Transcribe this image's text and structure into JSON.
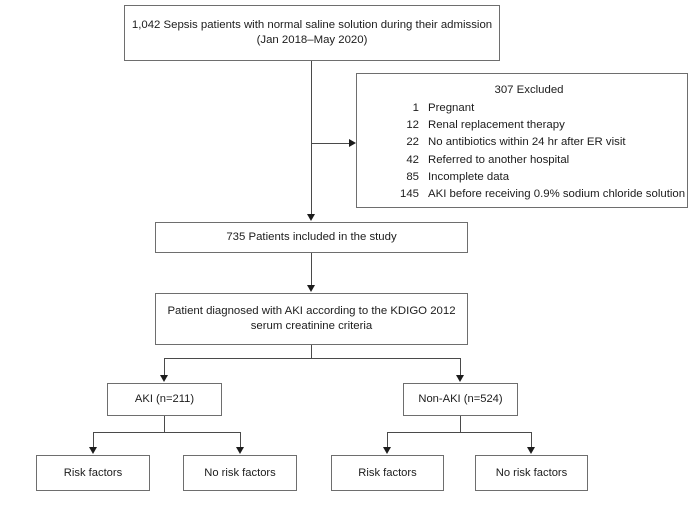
{
  "diagram": {
    "title": "Sepsis patient study flow diagram",
    "line_color": "#4a4a4a",
    "box_border_color": "#6e6e6e",
    "background": "#ffffff",
    "text_color": "#1c1c1c"
  },
  "nodes": {
    "enrollment": {
      "line1": "1,042 Sepsis patients with normal saline solution during their admission",
      "line2": "(Jan 2018–May 2020)"
    },
    "excluded": {
      "header": "307 Excluded",
      "items": [
        {
          "count": "1",
          "reason": "Pregnant"
        },
        {
          "count": "12",
          "reason": "Renal replacement therapy"
        },
        {
          "count": "22",
          "reason": "No antibiotics within 24 hr after ER visit"
        },
        {
          "count": "42",
          "reason": "Referred to another hospital"
        },
        {
          "count": "85",
          "reason": "Incomplete data"
        },
        {
          "count": "145",
          "reason": "AKI before receiving 0.9% sodium chloride solution"
        }
      ]
    },
    "included": {
      "line1": "735 Patients included in the study"
    },
    "diagnosis": {
      "line1": "Patient diagnosed with AKI according to the KDIGO 2012",
      "line2": "serum creatinine criteria"
    },
    "aki": {
      "label": "AKI (n=211)"
    },
    "non_aki": {
      "label": "Non-AKI (n=524)"
    },
    "aki_risk": {
      "label": "Risk factors"
    },
    "aki_no_risk": {
      "label": "No risk factors"
    },
    "non_aki_risk": {
      "label": "Risk factors"
    },
    "non_aki_no_risk": {
      "label": "No risk factors"
    }
  }
}
